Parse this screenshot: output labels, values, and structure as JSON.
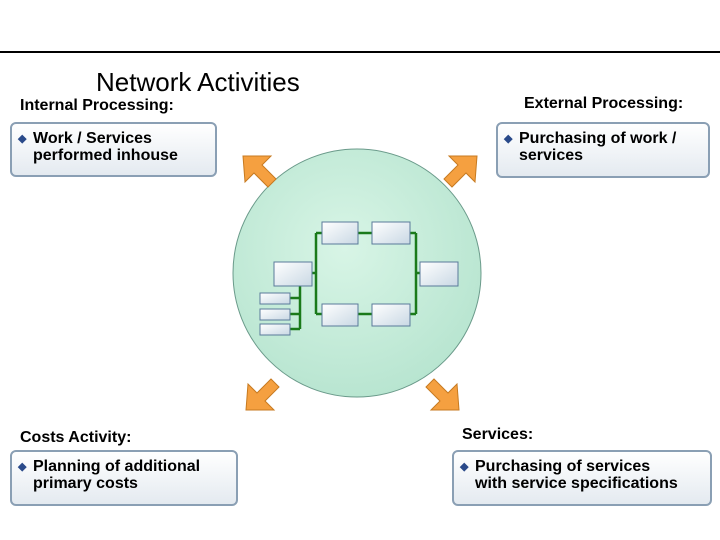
{
  "title": "Network Activities",
  "sections": {
    "internal": {
      "heading": "Internal Processing:",
      "bullet": "Work / Services\nperformed inhouse"
    },
    "external": {
      "heading": "External Processing:",
      "bullet": "Purchasing of work /\nservices"
    },
    "costs": {
      "heading": "Costs Activity:",
      "bullet": "Planning of additional\nprimary costs"
    },
    "services": {
      "heading": "Services:",
      "bullet": "Purchasing of services\nwith service specifications"
    }
  },
  "colors": {
    "circle_fill": "#c8eedd",
    "arrow_fill": "#f5a040",
    "node_fill": "#dde8f0",
    "link": "#1a7a1a",
    "bullet": "#2a4a8a",
    "box_border": "#8a9fb4"
  },
  "icons": {
    "bullet": "diamond-bullet-icon",
    "arrow": "arrow-icon"
  }
}
